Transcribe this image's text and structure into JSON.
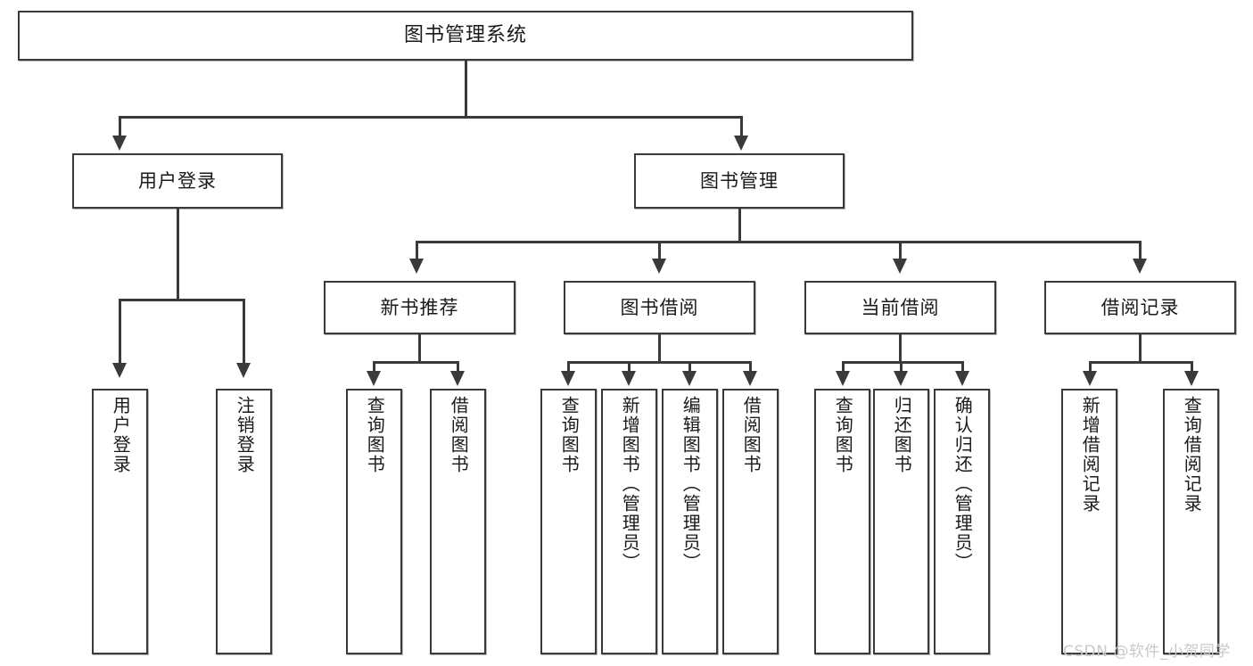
{
  "diagram": {
    "type": "tree",
    "title": "图书管理系统",
    "nodes": {
      "root": {
        "label": "图书管理系统"
      },
      "level2": [
        {
          "id": "user-login",
          "label": "用户登录"
        },
        {
          "id": "book-management",
          "label": "图书管理"
        }
      ],
      "level3": [
        {
          "id": "new-book-recommend",
          "label": "新书推荐"
        },
        {
          "id": "book-borrow",
          "label": "图书借阅"
        },
        {
          "id": "current-borrow",
          "label": "当前借阅"
        },
        {
          "id": "borrow-record",
          "label": "借阅记录"
        }
      ],
      "leaves": {
        "user_login": [
          {
            "id": "leaf-user-login",
            "label": "用户登录"
          },
          {
            "id": "leaf-logout-login",
            "label": "注销登录"
          }
        ],
        "new_book_recommend": [
          {
            "id": "leaf-query-book-1",
            "label": "查询图书"
          },
          {
            "id": "leaf-borrow-book-1",
            "label": "借阅图书"
          }
        ],
        "book_borrow": [
          {
            "id": "leaf-query-book-2",
            "label": "查询图书"
          },
          {
            "id": "leaf-add-book",
            "label": "新增图书（管理员）"
          },
          {
            "id": "leaf-edit-book",
            "label": "编辑图书（管理员）"
          },
          {
            "id": "leaf-borrow-book-2",
            "label": "借阅图书"
          }
        ],
        "current_borrow": [
          {
            "id": "leaf-query-book-3",
            "label": "查询图书"
          },
          {
            "id": "leaf-return-book",
            "label": "归还图书"
          },
          {
            "id": "leaf-confirm-return",
            "label": "确认归还（管理员）"
          }
        ],
        "borrow_record": [
          {
            "id": "leaf-add-borrow-record",
            "label": "新增借阅记录"
          },
          {
            "id": "leaf-query-borrow-record",
            "label": "查询借阅记录"
          }
        ]
      }
    },
    "colors": {
      "stroke": "#3a3a3a",
      "fill": "#ffffff",
      "text": "#1a1a1a",
      "watermark": "#c9c9c9"
    }
  },
  "watermark": {
    "text": "CSDN @软件_小贺同学"
  }
}
